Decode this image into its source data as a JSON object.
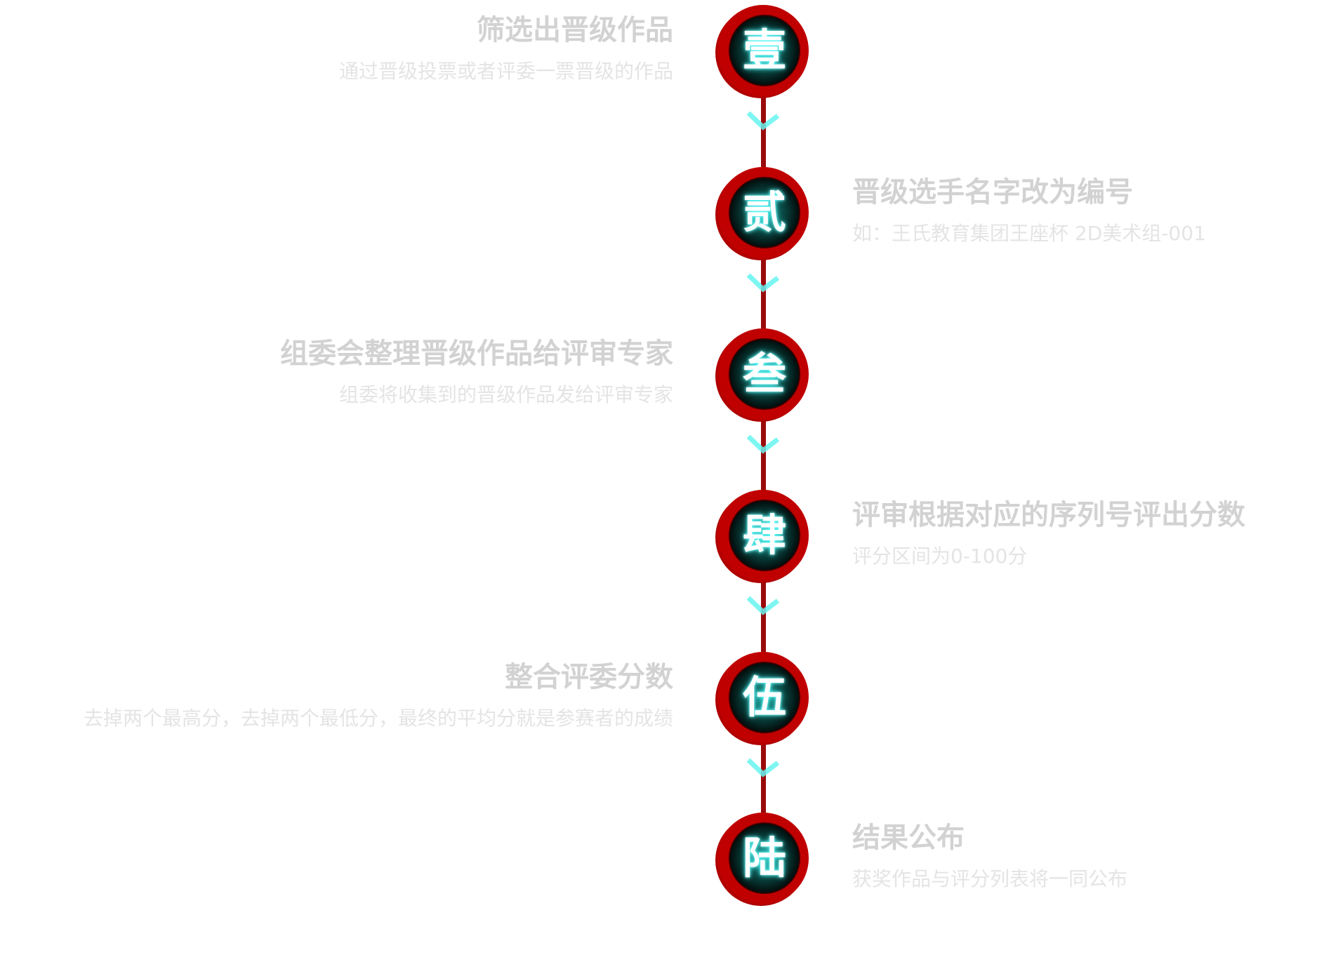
{
  "steps": [
    {
      "numeral": "壹",
      "title": "筛选出晋级作品",
      "desc": "通过晋级投票或者评委一票晋级的作品",
      "side": "left"
    },
    {
      "numeral": "贰",
      "title": "晋级选手名字改为编号",
      "desc": "如：王氏教育集团王座杯 2D美术组-001",
      "side": "right"
    },
    {
      "numeral": "叁",
      "title": "组委会整理晋级作品给评审专家",
      "desc": "组委将收集到的晋级作品发给评审专家",
      "side": "left"
    },
    {
      "numeral": "肆",
      "title": "评审根据对应的序列号评出分数",
      "desc": "评分区间为0-100分",
      "side": "right"
    },
    {
      "numeral": "伍",
      "title": "整合评委分数",
      "desc": "去掉两个最高分，去掉两个最低分，最终的平均分就是参赛者的成绩",
      "side": "left"
    },
    {
      "numeral": "陆",
      "title": "结果公布",
      "desc": "获奖作品与评分列表将一同公布",
      "side": "right"
    }
  ],
  "colors": {
    "ring": "#c00000",
    "line": "#9a0a0a",
    "chevron": "#66f5f0",
    "title": "#d2d2d2",
    "desc": "#e4e4e4"
  }
}
